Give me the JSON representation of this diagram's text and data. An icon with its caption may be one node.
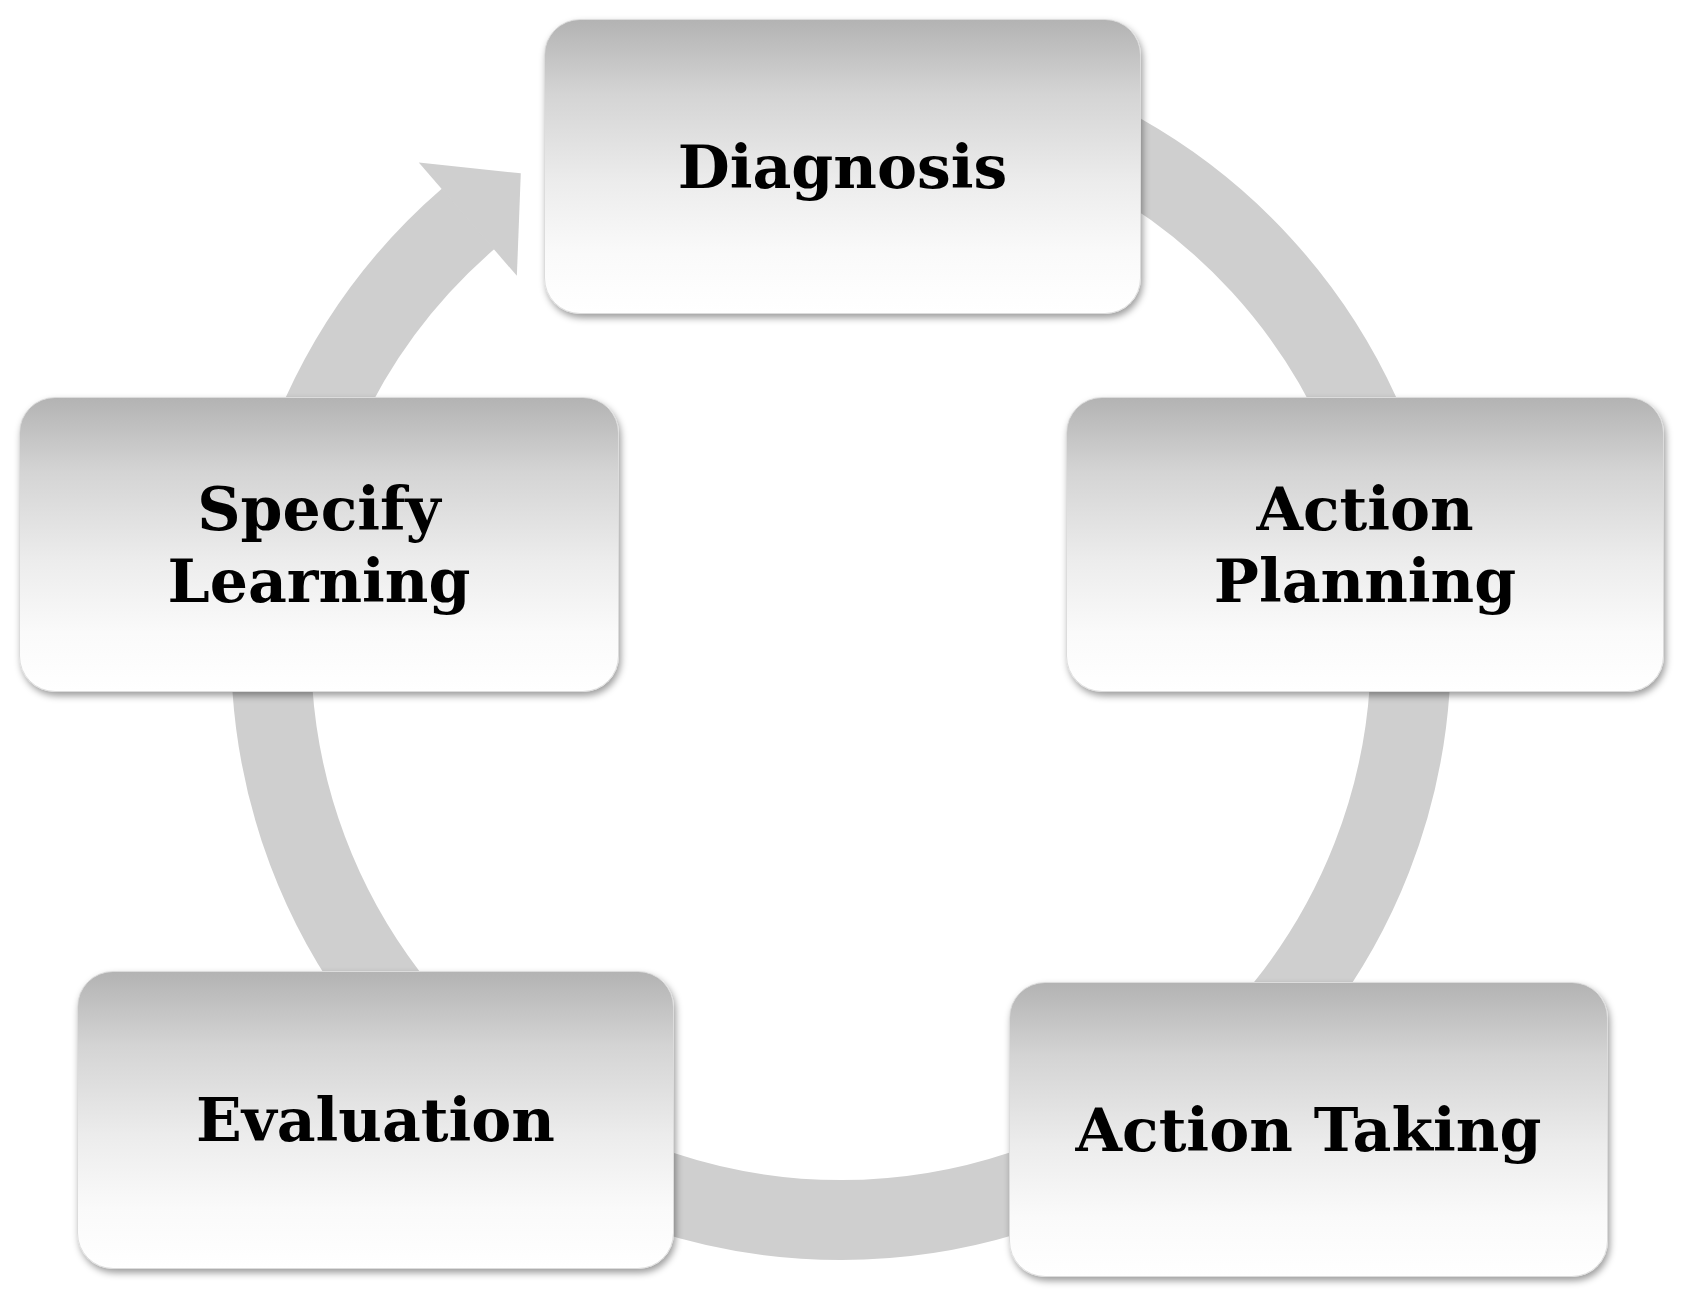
{
  "diagram": {
    "nodes": [
      {
        "text": [
          "Diagnosis"
        ]
      },
      {
        "text": [
          "Action Planning"
        ]
      },
      {
        "text": [
          "Action Taking"
        ]
      },
      {
        "text": [
          "Evaluation"
        ]
      },
      {
        "text": [
          "Specify Learning"
        ]
      }
    ],
    "edges": [
      {
        "from": 0,
        "to": 1,
        "arrow": "none"
      },
      {
        "from": 1,
        "to": 2,
        "arrow": "none"
      },
      {
        "from": 2,
        "to": 3,
        "arrow": "none"
      },
      {
        "from": 3,
        "to": 4,
        "arrow": "none"
      },
      {
        "from": 4,
        "to": 0,
        "arrow": "to"
      }
    ]
  }
}
